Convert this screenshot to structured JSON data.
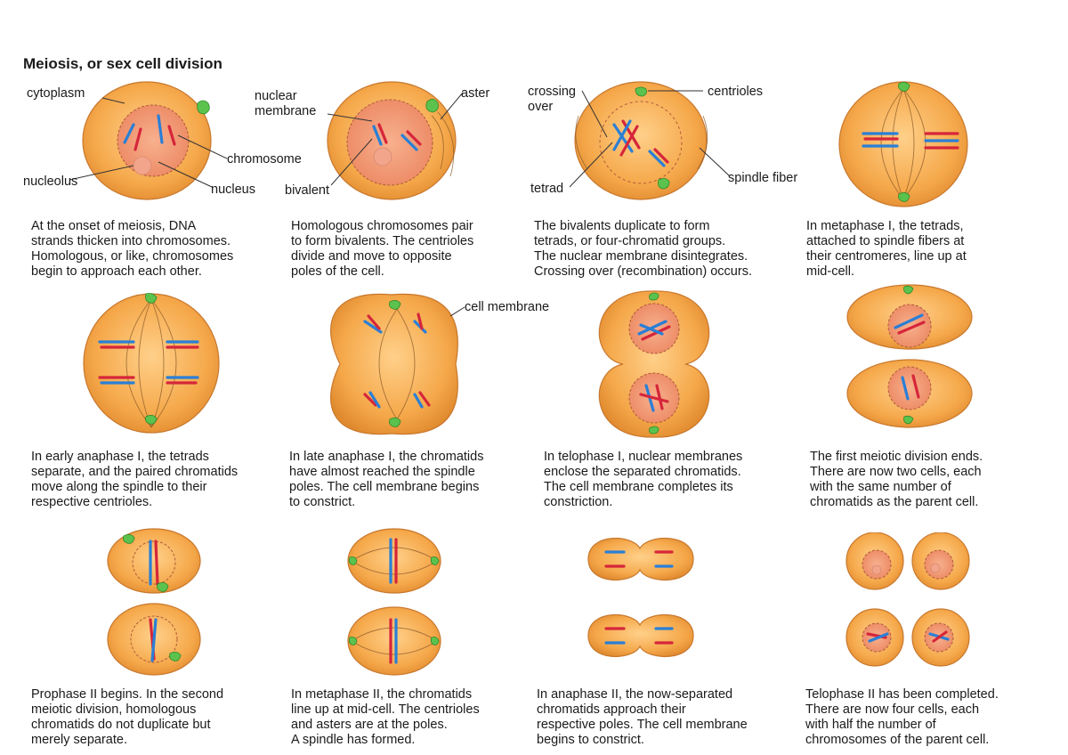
{
  "title": "Meiosis, or sex cell division",
  "labels": {
    "cytoplasm": "cytoplasm",
    "chromosome": "chromosome",
    "nucleolus": "nucleolus",
    "nucleus": "nucleus",
    "nuclear_membrane_1": "nuclear",
    "nuclear_membrane_2": "membrane",
    "aster": "aster",
    "bivalent": "bivalent",
    "crossing_over_1": "crossing",
    "crossing_over_2": "over",
    "centrioles": "centrioles",
    "tetrad": "tetrad",
    "spindle_fiber": "spindle fiber",
    "cell_membrane": "cell membrane"
  },
  "captions": [
    [
      "At the onset of meiosis, DNA",
      "strands thicken into chromosomes.",
      "Homologous, or like, chromosomes",
      "begin to approach each other."
    ],
    [
      "Homologous chromosomes pair",
      "to form bivalents. The centrioles",
      "divide and move to opposite",
      "poles of the cell."
    ],
    [
      "The bivalents duplicate to form",
      "tetrads, or four-chromatid groups.",
      "The nuclear membrane disintegrates.",
      "Crossing over (recombination) occurs."
    ],
    [
      "In metaphase I, the tetrads,",
      "attached to spindle fibers at",
      "their centromeres, line up at",
      "mid-cell."
    ],
    [
      "In early anaphase I, the tetrads",
      "separate, and the paired chromatids",
      "move along the spindle to their",
      "respective centrioles."
    ],
    [
      "In late anaphase I, the chromatids",
      "have almost reached the spindle",
      "poles. The cell membrane begins",
      "to constrict."
    ],
    [
      "In telophase I, nuclear membranes",
      "enclose the separated chromatids.",
      "The cell membrane completes its",
      "constriction."
    ],
    [
      "The first meiotic division ends.",
      "There are now two cells, each",
      "with the same number of",
      "chromatids as the parent cell."
    ],
    [
      "Prophase II begins. In the second",
      "meiotic division, homologous",
      "chromatids do not duplicate but",
      "merely separate."
    ],
    [
      "In metaphase II, the chromatids",
      "line up at mid-cell. The centrioles",
      "and asters are at the poles.",
      "A spindle has formed."
    ],
    [
      "In anaphase II, the now-separated",
      "chromatids approach their",
      "respective poles. The cell membrane",
      "begins to constrict."
    ],
    [
      "Telophase II has been completed.",
      "There are now four cells, each",
      "with half the number of",
      "chromosomes of the parent cell."
    ]
  ],
  "colors": {
    "cell": "#f5a84a",
    "nucleus": "#f08c6e",
    "chromosome_blue": "#2a7fd6",
    "chromosome_red": "#d6263a",
    "centriole": "#5cc24e"
  }
}
